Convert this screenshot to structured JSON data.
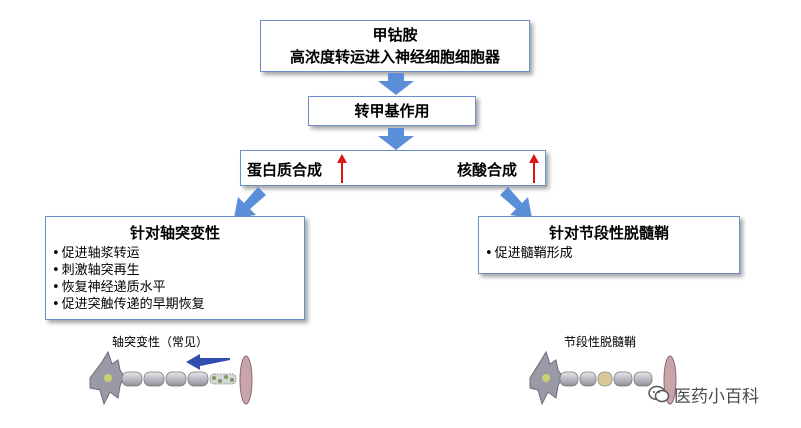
{
  "top_box": {
    "line1": "甲钴胺",
    "line2": "高浓度转运进入神经细胞细胞器"
  },
  "methyl_box": {
    "label": "转甲基作用"
  },
  "synthesis_box": {
    "left_label": "蛋白质合成",
    "right_label": "核酸合成"
  },
  "axon_box": {
    "title": "针对轴突变性",
    "items": [
      "促进轴浆转运",
      "刺激轴突再生",
      "恢复神经递质水平",
      "促进突触传递的早期恢复"
    ]
  },
  "segment_box": {
    "title": "针对节段性脱髓鞘",
    "items": [
      "促进髓鞘形成"
    ]
  },
  "captions": {
    "left": "轴突变性（常见）",
    "right": "节段性脱髓鞘"
  },
  "watermark": "医药小百科",
  "colors": {
    "arrow_blue": "#5b8ed8",
    "up_arrow_red": "#d9141b",
    "box_border": "#6a8fc9"
  }
}
